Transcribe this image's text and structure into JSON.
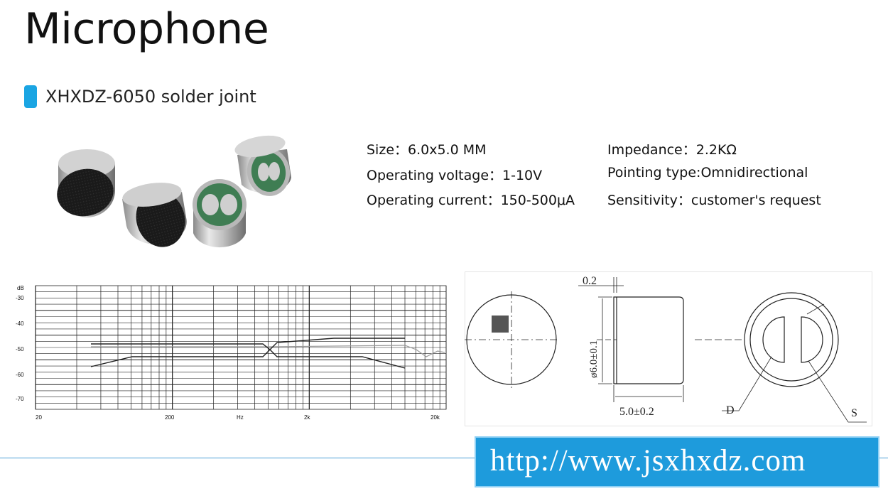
{
  "title": "Microphone",
  "subtitle": "XHXDZ-6050 solder joint",
  "specs": {
    "size": "Size：6.0x5.0 MM",
    "voltage": "Operating voltage：1-10V",
    "current": "Operating current：150-500μA",
    "impedance": "Impedance：2.2KΩ",
    "pointing": "Pointing type:Omnidirectional",
    "sensitivity": "Sensitivity：customer's request"
  },
  "graph": {
    "unit": "dB",
    "y_ticks": [
      "-30",
      "-40",
      "-50",
      "-60",
      "-70"
    ],
    "x_ticks": [
      "20",
      "200",
      "Hz",
      "2k",
      "20k"
    ]
  },
  "drawing": {
    "dim_top": "0.2",
    "dim_diameter": "ø6.0±0.1",
    "dim_length": "5.0±0.2",
    "label_d": "D",
    "label_s": "S"
  },
  "footer": {
    "url": "http://www.jsxhxdz.com"
  }
}
